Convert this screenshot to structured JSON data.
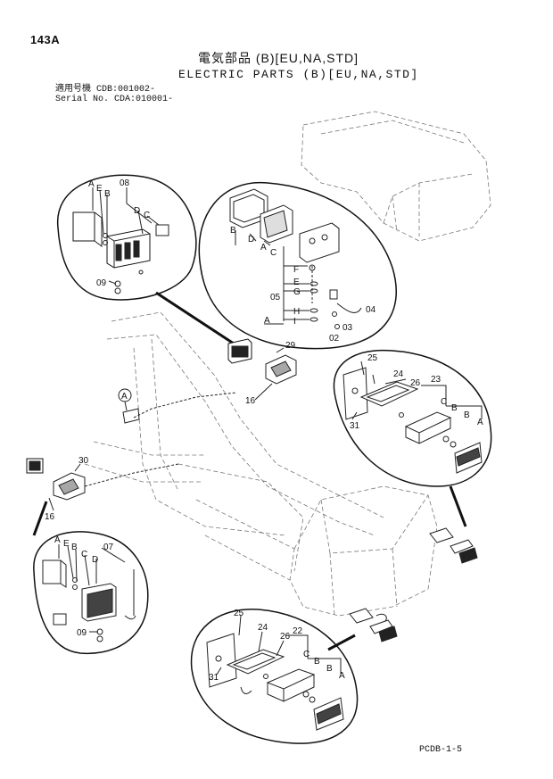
{
  "page_number": "143A",
  "title_jp": "電気部品 (B)[EU,NA,STD]",
  "title_en": "ELECTRIC PARTS (B)[EU,NA,STD]",
  "serial_line1": "適用号機 CDB:001002-",
  "serial_line2": "Serial No. CDA:010001-",
  "figure_code": "PCDB-1-5",
  "callouts": {
    "c08": "08",
    "c09a": "09",
    "c09b": "09",
    "c05": "05",
    "c04": "04",
    "c03": "03",
    "c02": "02",
    "c29": "29",
    "c16a": "16",
    "c16b": "16",
    "c30": "30",
    "c07": "07",
    "c25a": "25",
    "c24a": "24",
    "c26a": "26",
    "c23": "23",
    "c31a": "31",
    "c25b": "25",
    "c24b": "24",
    "c26b": "26",
    "c22": "22",
    "c31b": "31"
  },
  "letters": {
    "tl_A": "A",
    "tl_E": "E",
    "tl_B": "B",
    "tl_D": "D",
    "tl_C": "C",
    "tr_B": "B",
    "tr_D": "D",
    "tr_A": "A",
    "tr_C": "C",
    "tr_F": "F",
    "tr_E": "E",
    "tr_G": "G",
    "tr_H": "H",
    "tr_I": "I",
    "tr_A2": "A",
    "cen_A": "A",
    "bl_A": "A",
    "bl_E": "E",
    "bl_B": "B",
    "bl_C": "C",
    "bl_D": "D",
    "r1_C": "C",
    "r1_B": "B",
    "r1_B2": "B",
    "r1_A": "A",
    "r2_C": "C",
    "r2_B": "B",
    "r2_B2": "B",
    "r2_A": "A"
  }
}
